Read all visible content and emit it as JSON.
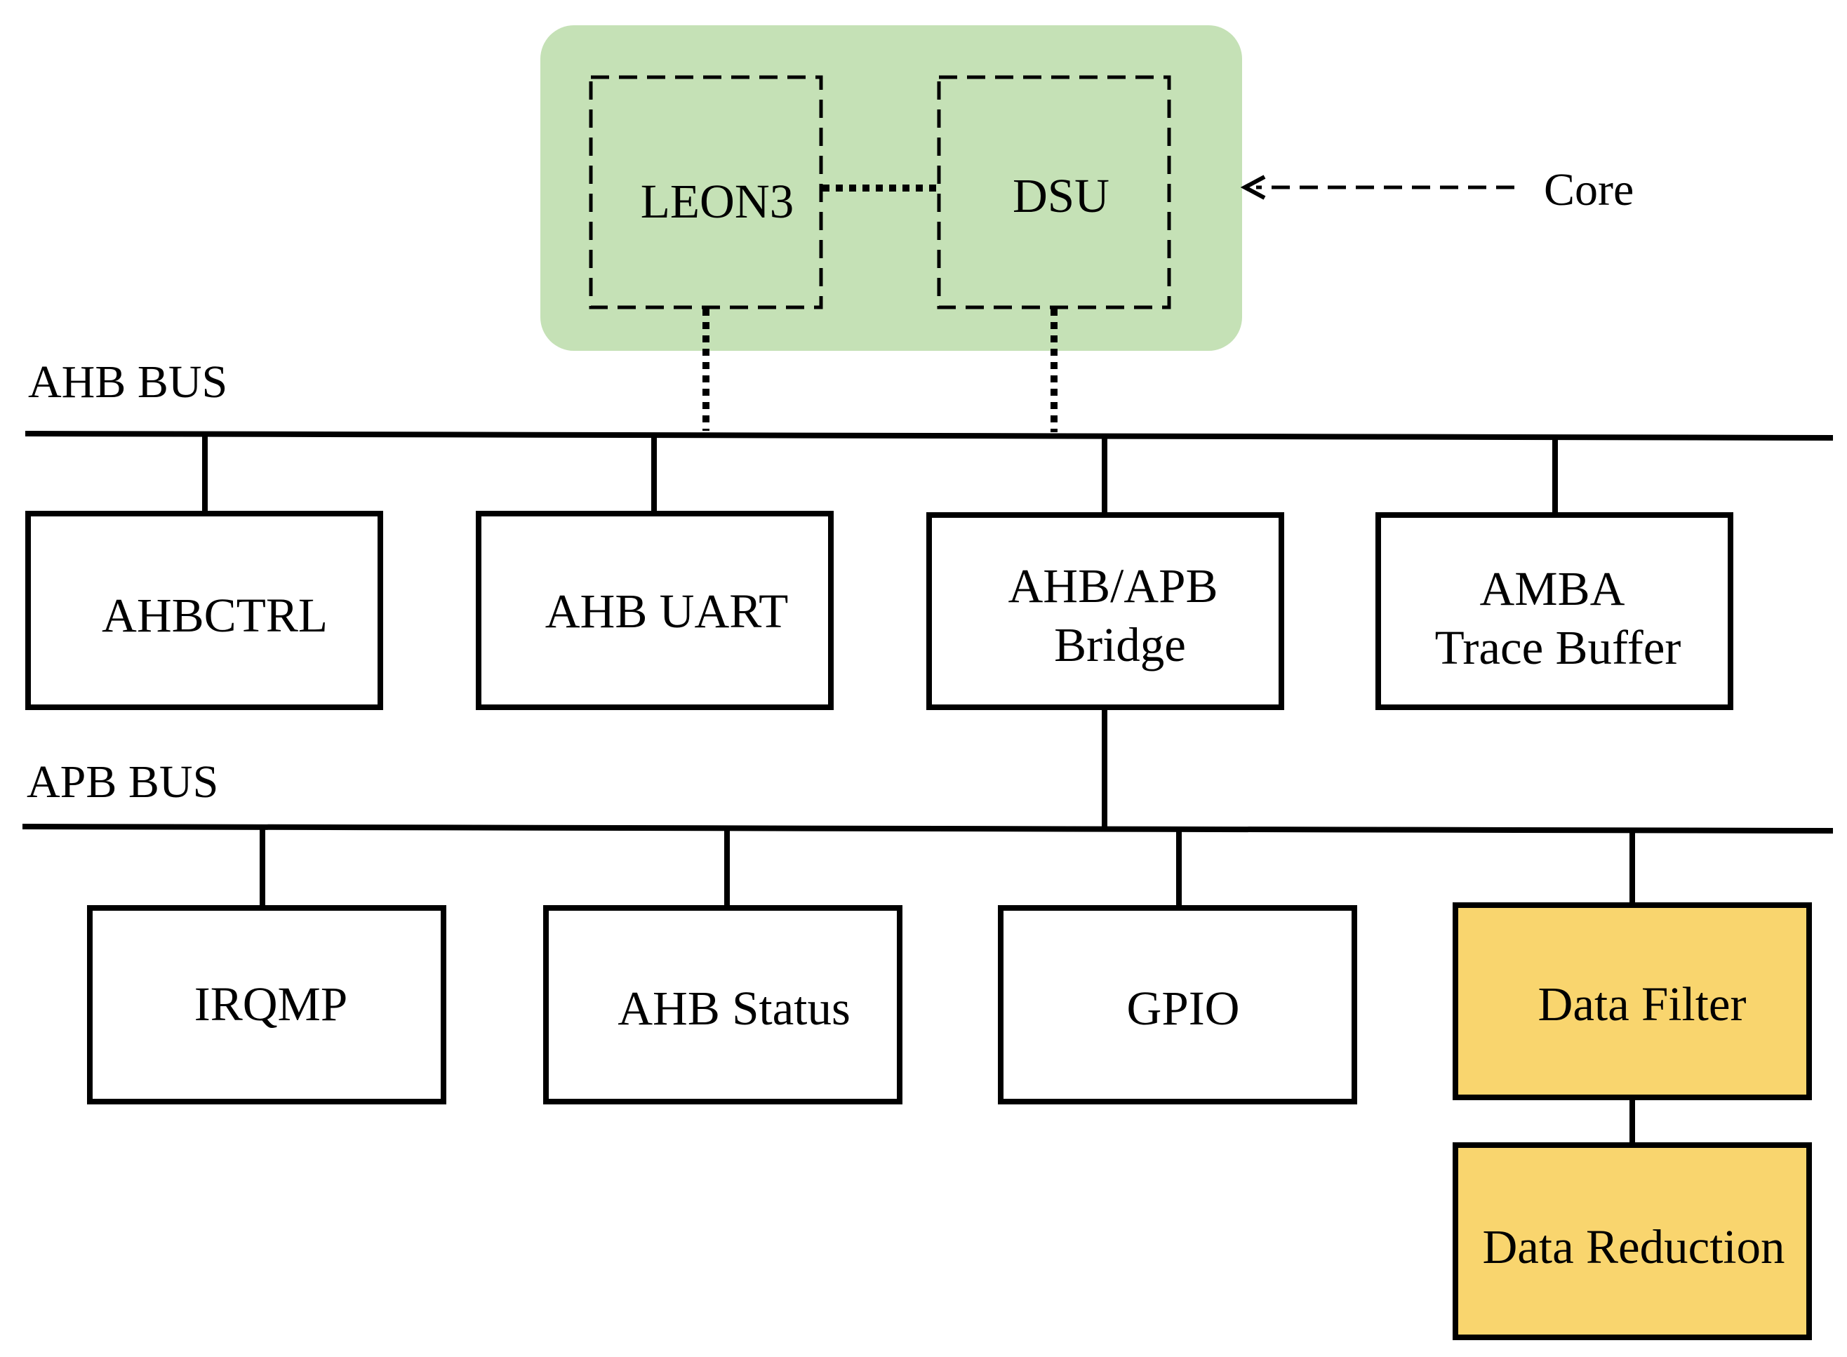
{
  "colors": {
    "core_fill": "#c5e1b6",
    "highlight_fill": "#f9d56e",
    "line": "#000000",
    "background": "#ffffff"
  },
  "core": {
    "label": "Core",
    "cpu": "LEON3",
    "dsu": "DSU"
  },
  "buses": {
    "ahb": "AHB BUS",
    "apb": "APB BUS"
  },
  "ahb_blocks": {
    "ahbctrl": "AHBCTRL",
    "ahb_uart": "AHB UART",
    "bridge_line1": "AHB/APB",
    "bridge_line2": "Bridge",
    "trace_line1": "AMBA",
    "trace_line2": "Trace Buffer"
  },
  "apb_blocks": {
    "irqmp": "IRQMP",
    "ahb_status": "AHB Status",
    "gpio": "GPIO",
    "data_filter": "Data Filter",
    "data_reduction": "Data Reduction"
  }
}
